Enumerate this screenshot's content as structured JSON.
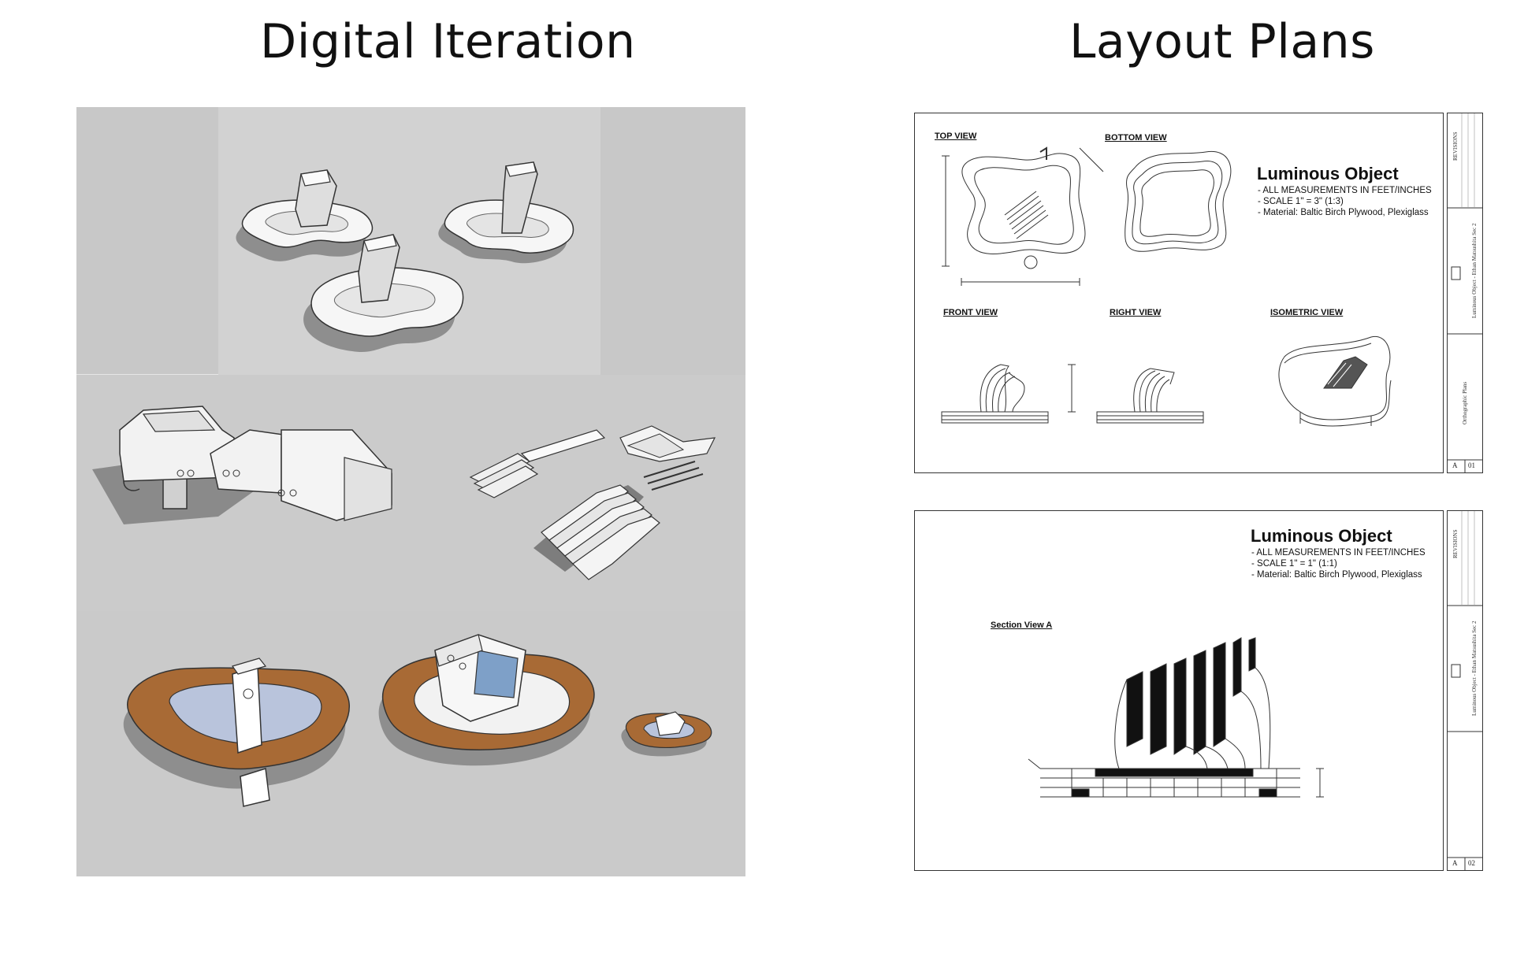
{
  "headings": {
    "left": "Digital Iteration",
    "right": "Layout Plans"
  },
  "sheet1": {
    "views": {
      "top": "TOP VIEW",
      "bottom": "BOTTOM VIEW",
      "front": "FRONT VIEW",
      "right": "RIGHT VIEW",
      "isometric": "ISOMETRIC VIEW"
    },
    "title": "Luminous Object",
    "notes": [
      "- ALL MEASUREMENTS IN FEET/INCHES",
      "- SCALE 1\" = 3\" (1:3)",
      "- Material: Baltic Birch Plywood, Plexiglass"
    ],
    "titleblock": {
      "revisions": "REVISIONS",
      "project": "Luminous Object - Ethan Matsushita Sec 2",
      "sheet_name": "Orthographic Plans",
      "sheet_letter": "A",
      "sheet_number": "01"
    }
  },
  "sheet2": {
    "section_label": "Section View A",
    "title": "Luminous Object",
    "notes": [
      "- ALL MEASUREMENTS IN FEET/INCHES",
      "- SCALE 1\" = 1\" (1:1)",
      "- Material: Baltic Birch Plywood, Plexiglass"
    ],
    "titleblock": {
      "revisions": "REVISIONS",
      "project": "Luminous Object - Ethan Matsushita Sec 2",
      "sheet_letter": "A",
      "sheet_number": "02"
    }
  },
  "colors": {
    "panel_gray": "#cdcdcd",
    "wood": "#a86a35",
    "plexi": "#b9c4dc",
    "line": "#222222"
  }
}
